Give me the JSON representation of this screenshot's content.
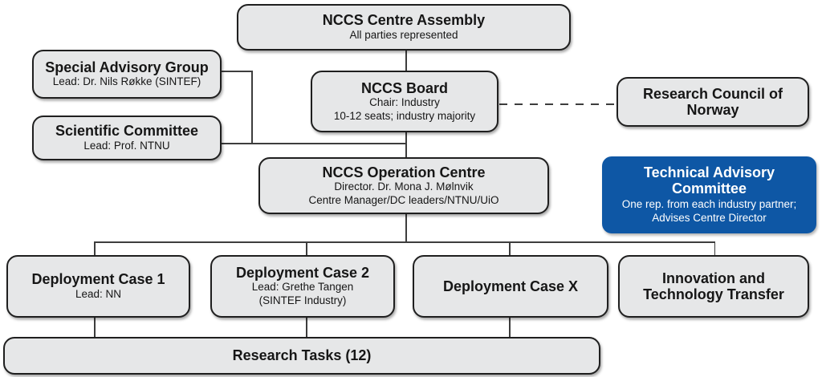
{
  "colors": {
    "box_fill": "#e6e7e8",
    "box_border": "#1f1f1f",
    "connector_line": "#3d3d3d",
    "accent_blue": "#0e57a5",
    "text": "#161616",
    "blue_box_text": "#ffffff",
    "background": "#ffffff"
  },
  "boxes": {
    "assembly": {
      "title": "NCCS Centre Assembly",
      "sub1": "All parties represented"
    },
    "special_advisory": {
      "title": "Special Advisory Group",
      "sub1": "Lead: Dr. Nils Røkke (SINTEF)"
    },
    "scientific_committee": {
      "title": "Scientific Committee",
      "sub1": "Lead: Prof. NTNU"
    },
    "board": {
      "title": "NCCS Board",
      "sub1": "Chair: Industry",
      "sub2": "10-12 seats; industry majority"
    },
    "research_council": {
      "title": "Research Council of Norway"
    },
    "operation_centre": {
      "title": "NCCS Operation Centre",
      "sub1": "Director. Dr. Mona J. Mølnvik",
      "sub2": "Centre Manager/DC leaders/NTNU/UiO"
    },
    "technical_advisory": {
      "title": "Technical Advisory Committee",
      "sub1": "One rep. from each industry partner;",
      "sub2": "Advises Centre Director"
    },
    "deployment_case_1": {
      "title": "Deployment Case 1",
      "sub1": "Lead: NN"
    },
    "deployment_case_2": {
      "title": "Deployment Case 2",
      "sub1": "Lead: Grethe Tangen",
      "sub2": "(SINTEF Industry)"
    },
    "deployment_case_x": {
      "title": "Deployment Case X"
    },
    "innovation_tt": {
      "title": "Innovation and Technology Transfer"
    },
    "research_tasks": {
      "title": "Research Tasks (12)"
    }
  }
}
